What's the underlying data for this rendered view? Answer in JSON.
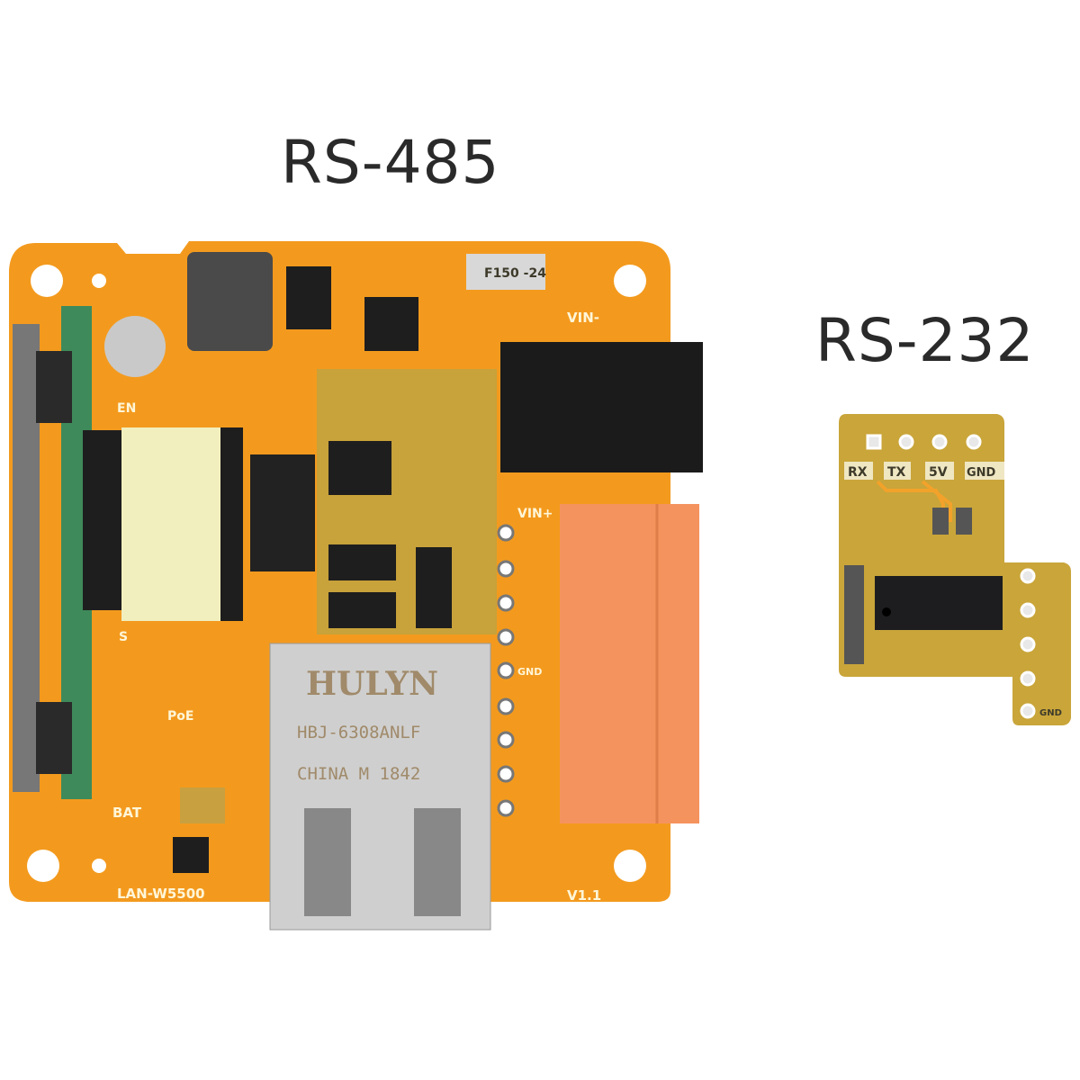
{
  "labels": {
    "left_board": "RS-485",
    "right_board": "RS-232"
  },
  "rs485_board": {
    "silkscreen": {
      "board_name": "LAN-W5500",
      "version": "V1.1",
      "poe": "PoE",
      "bat": "BAT",
      "en": "EN",
      "vin_minus": "VIN-",
      "vin_plus": "VIN+",
      "s": "S",
      "fuse": "F150 -24"
    },
    "rj45": {
      "brand": "HULYN",
      "model": "HBJ-6308ANLF",
      "origin": "CHINA M 1842"
    },
    "terminal_pins": [
      "GND"
    ],
    "colors": {
      "pcb": "#f39a1e",
      "solder_mask_dark": "#c8a23a",
      "terminal": "#f5935e"
    }
  },
  "rs232_board": {
    "header_pins": [
      "RX",
      "TX",
      "5V",
      "GND"
    ],
    "side_pins": [
      "GND"
    ],
    "colors": {
      "pcb": "#c9a53a",
      "chip": "#1d1d1f"
    }
  }
}
